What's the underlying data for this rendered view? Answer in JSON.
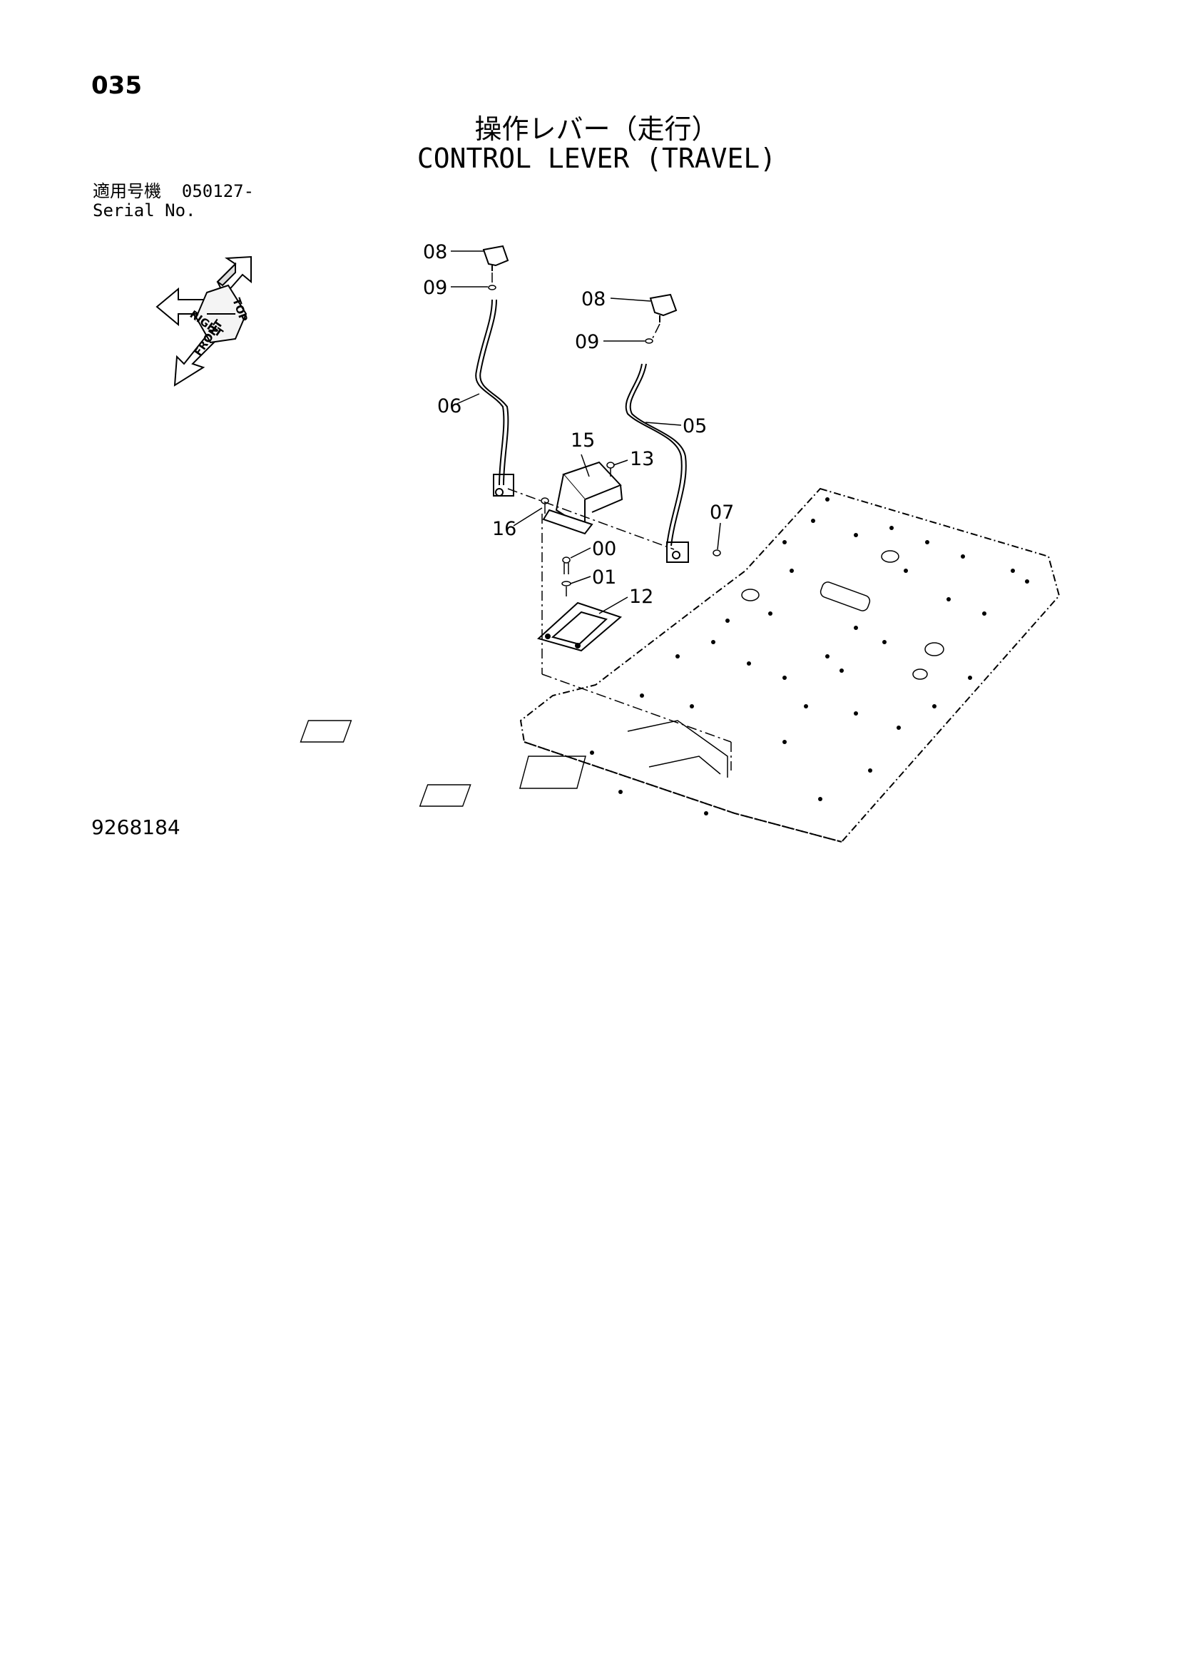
{
  "page": {
    "number": "035",
    "title_jp": "操作レバー（走行）",
    "title_en": "CONTROL LEVER (TRAVEL)",
    "serial_label_jp": "適用号機",
    "serial_value": "050127-",
    "serial_label_en": "Serial No.",
    "drawing_number": "9268184"
  },
  "orientation": {
    "top": "TOP",
    "right": "RIGHT",
    "front": "FRONT"
  },
  "callouts": {
    "c08a": "08",
    "c09a": "09",
    "c06": "06",
    "c08b": "08",
    "c09b": "09",
    "c05": "05",
    "c15": "15",
    "c13": "13",
    "c07": "07",
    "c16": "16",
    "c00": "00",
    "c01": "01",
    "c12": "12"
  }
}
